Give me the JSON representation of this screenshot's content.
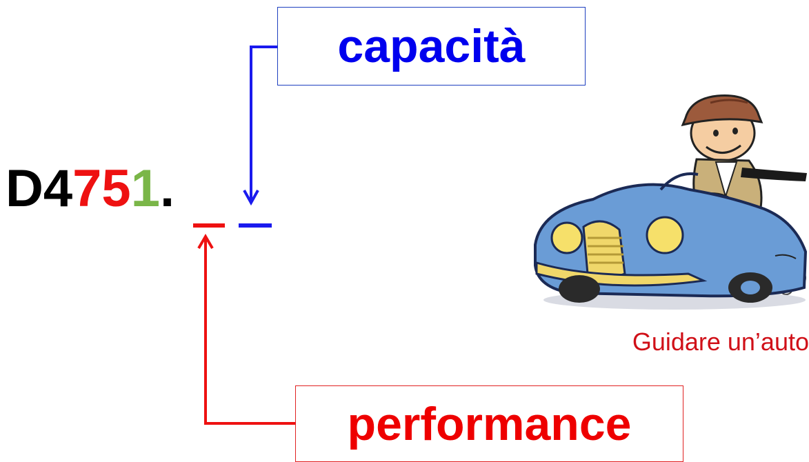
{
  "code": {
    "prefix": "D4",
    "red_digits": "75",
    "green_digit": "1",
    "dot": ".",
    "colors": {
      "black": "#000000",
      "red": "#ee1111",
      "green": "#7ab648"
    }
  },
  "boxes": {
    "capacity_label": "capacità",
    "performance_label": "performance",
    "capacity_color": "#0000ee",
    "performance_color": "#ee0000"
  },
  "illustration": {
    "icon": "cartoon-car-driver-icon",
    "caption": "Guidare un’auto"
  }
}
